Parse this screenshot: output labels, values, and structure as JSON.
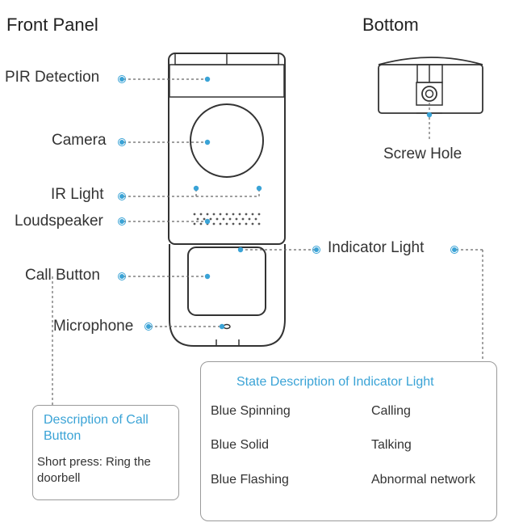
{
  "titles": {
    "front": "Front Panel",
    "bottom": "Bottom"
  },
  "labels": {
    "pir": "PIR Detection",
    "camera": "Camera",
    "ir": "IR Light",
    "speaker": "Loudspeaker",
    "indicator": "Indicator Light",
    "call": "Call Button",
    "mic": "Microphone",
    "screw": "Screw Hole"
  },
  "call_box": {
    "title": "Description of Call Button",
    "text": "Short press: Ring the doorbell"
  },
  "state_box": {
    "title": "State Description of Indicator Light",
    "rows": [
      {
        "state": "Blue Spinning",
        "meaning": "Calling"
      },
      {
        "state": "Blue Solid",
        "meaning": "Talking"
      },
      {
        "state": "Blue Flashing",
        "meaning": "Abnormal network"
      }
    ]
  },
  "colors": {
    "accent": "#3aa3d6",
    "outline": "#333333",
    "leader": "#666666"
  }
}
